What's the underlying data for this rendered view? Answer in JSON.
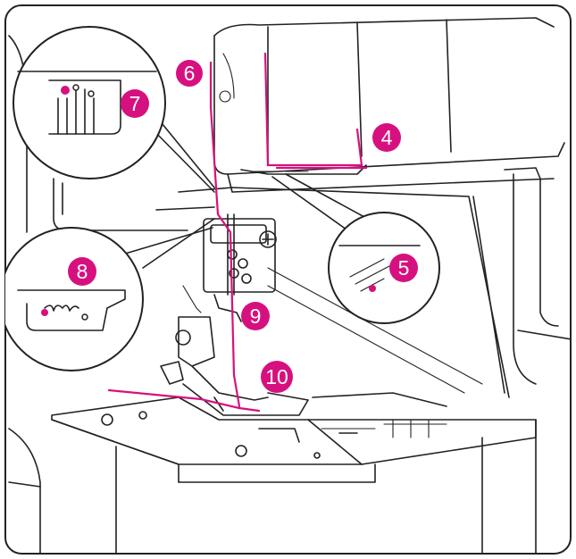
{
  "figure": {
    "accent_color": "#d6117f",
    "line_color": "#222222",
    "thread_color": "#d6117f"
  },
  "steps": [
    {
      "id": "4",
      "label": "4"
    },
    {
      "id": "5",
      "label": "5"
    },
    {
      "id": "6",
      "label": "6"
    },
    {
      "id": "7",
      "label": "7"
    },
    {
      "id": "8",
      "label": "8"
    },
    {
      "id": "9",
      "label": "9"
    },
    {
      "id": "10",
      "label": "10"
    }
  ]
}
